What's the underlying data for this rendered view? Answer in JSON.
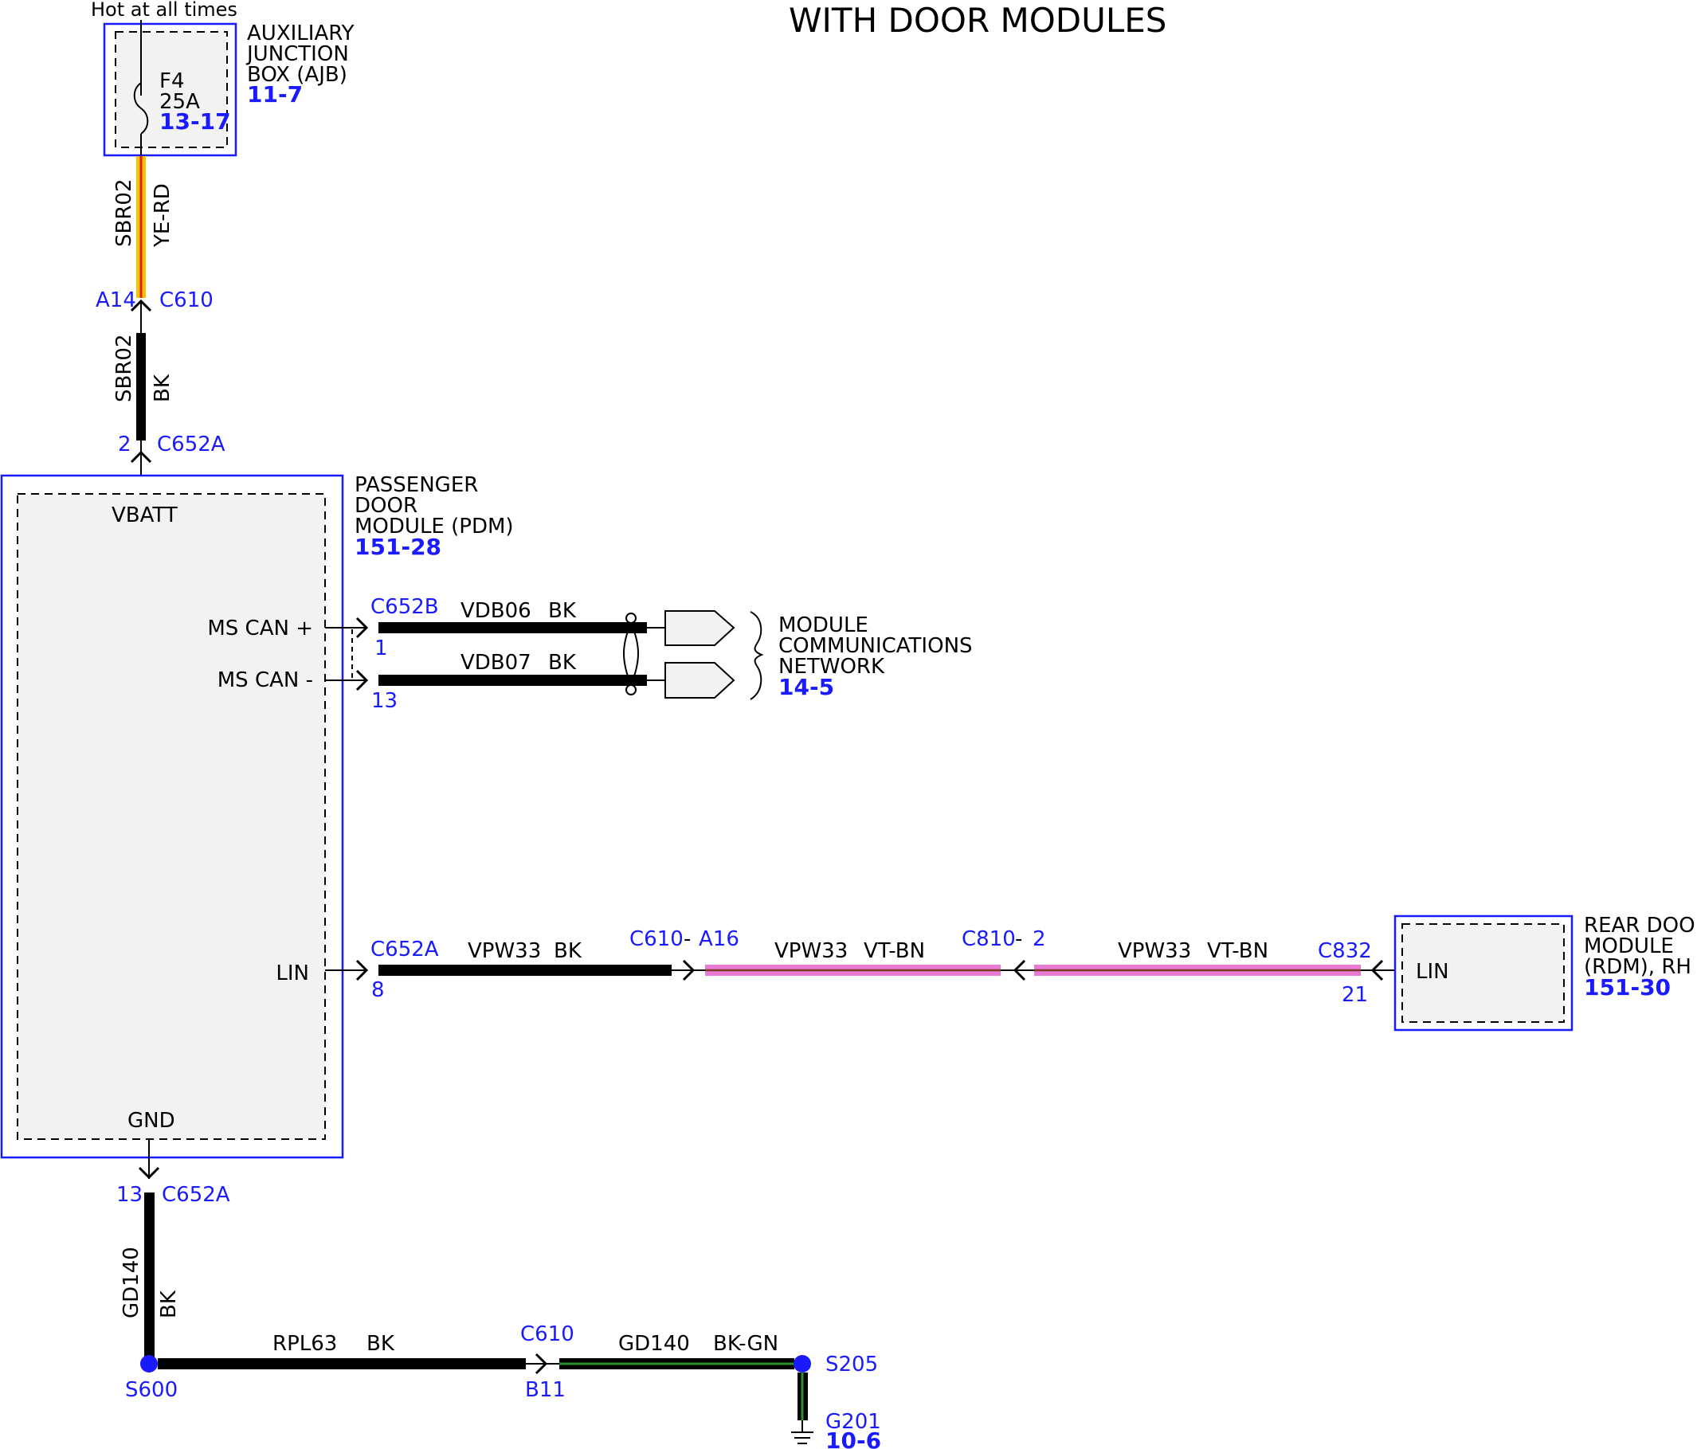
{
  "title": "WITH DOOR MODULES",
  "power": {
    "label": "Hot at all times",
    "ajb_name": [
      "AUXILIARY",
      "JUNCTION",
      "BOX (AJB)"
    ],
    "ajb_ref": "11-7",
    "fuse_name": "F4",
    "fuse_rating": "25A",
    "fuse_ref": "13-17"
  },
  "circuits": {
    "sbr02_upper": {
      "circuit": "SBR02",
      "color": "YE-RD"
    },
    "sbr02_lower": {
      "circuit": "SBR02",
      "color": "BK"
    },
    "vdb06": {
      "circuit": "VDB06",
      "color": "BK"
    },
    "vdb07": {
      "circuit": "VDB07",
      "color": "BK"
    },
    "vpw33_a": {
      "circuit": "VPW33",
      "color": "BK"
    },
    "vpw33_b": {
      "circuit": "VPW33",
      "color": "VT-BN"
    },
    "vpw33_c": {
      "circuit": "VPW33",
      "color": "VT-BN"
    },
    "gd140_vertical": {
      "circuit": "GD140",
      "color": "BK"
    },
    "rpl63": {
      "circuit": "RPL63",
      "color": "BK"
    },
    "gd140_horizontal": {
      "circuit": "GD140",
      "color": "BK-GN"
    }
  },
  "connectors": {
    "c610_top_pin": "A14",
    "c610_top": "C610",
    "c652a_top_pin": "2",
    "c652a_top": "C652A",
    "c652b": "C652B",
    "c652b_pin1": "1",
    "c652b_pin13": "13",
    "c652a_lin": "C652A",
    "c652a_lin_pin": "8",
    "c610_mid": "C610",
    "c610_mid_dash": "-",
    "c610_mid_pin": "A16",
    "c810": "C810",
    "c810_dash": "-",
    "c810_pin": "2",
    "c832": "C832",
    "c832_pin": "21",
    "c652a_gnd_pin": "13",
    "c652a_gnd": "C652A",
    "c610_bottom": "C610",
    "c610_bottom_pin": "B11"
  },
  "pdm": {
    "name": [
      "PASSENGER",
      "DOOR",
      "MODULE (PDM)"
    ],
    "ref": "151-28",
    "pin_vbatt": "VBATT",
    "pin_mscan_plus": "MS CAN +",
    "pin_mscan_minus": "MS CAN -",
    "pin_lin": "LIN",
    "pin_gnd": "GND"
  },
  "network": {
    "name": [
      "MODULE",
      "COMMUNICATIONS",
      "NETWORK"
    ],
    "ref": "14-5"
  },
  "rdm": {
    "name": [
      "REAR DOOR",
      "MODULE",
      "(RDM), RH"
    ],
    "ref": "151-30",
    "pin_lin": "LIN"
  },
  "splices": {
    "s600": "S600",
    "s205": "S205"
  },
  "ground": {
    "name": "G201",
    "ref": "10-6"
  },
  "colors": {
    "reference_blue": "#1a1aff",
    "wire_black": "#000000",
    "wire_yellow": "#f5c400",
    "wire_red": "#e02020",
    "wire_violet": "#e87ad6",
    "wire_brown": "#7a3b1f",
    "wire_green": "#2f8f2f",
    "module_fill": "#f2f2f2"
  }
}
